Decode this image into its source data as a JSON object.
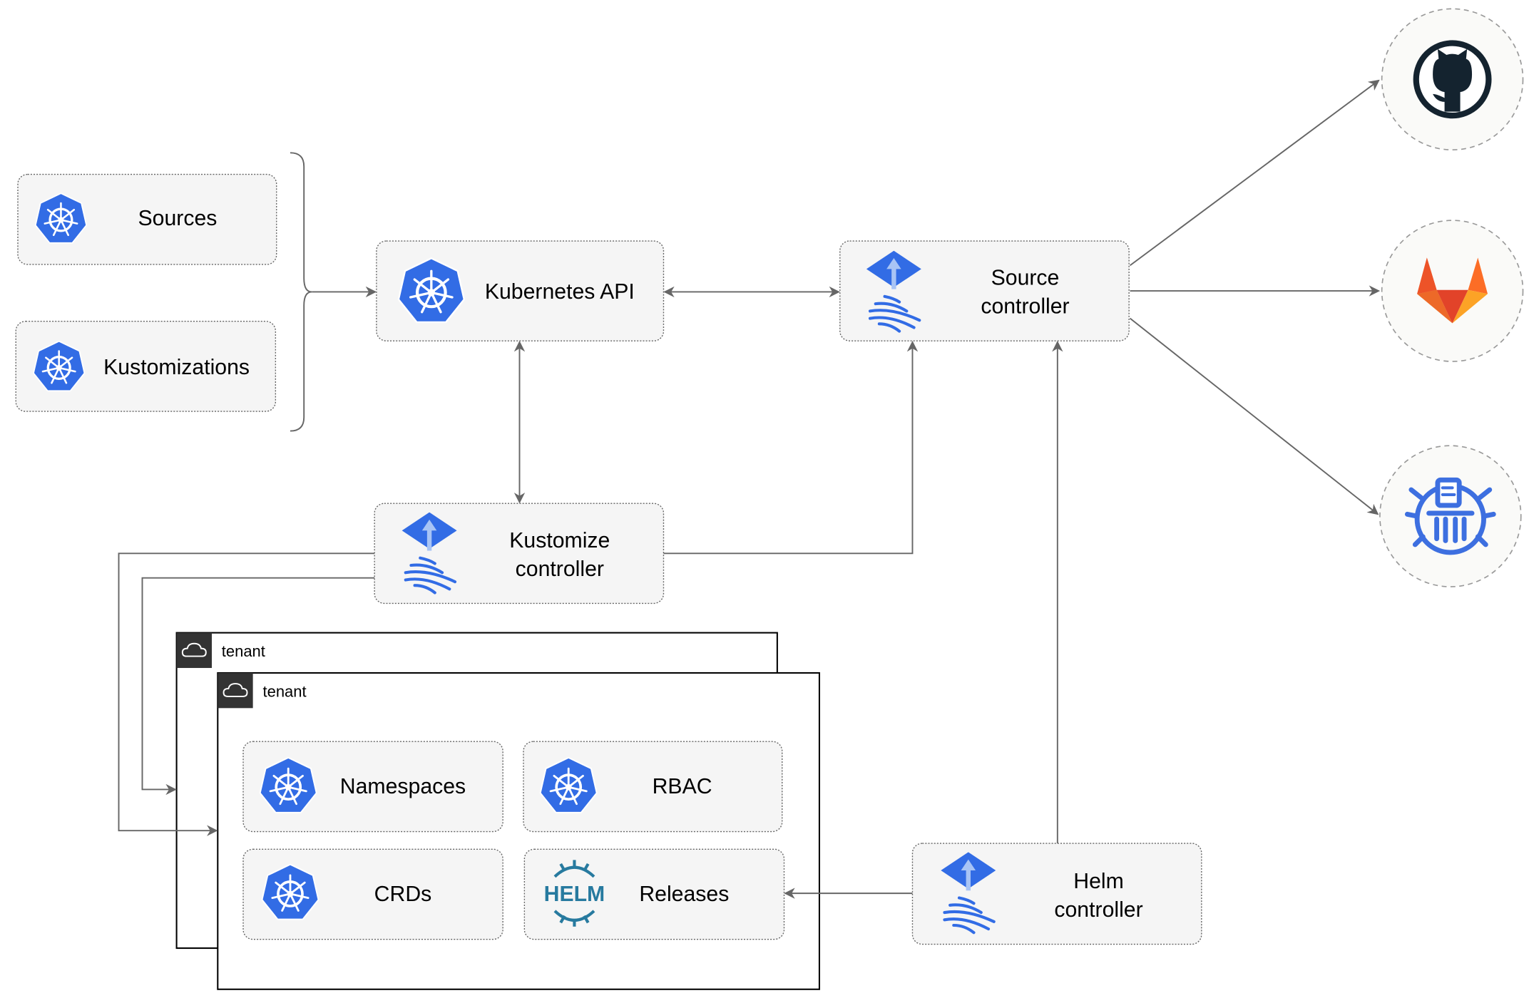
{
  "nodes": {
    "sources": "Sources",
    "kustomizations": "Kustomizations",
    "kubernetes_api": "Kubernetes API",
    "source_controller": [
      "Source",
      "controller"
    ],
    "kustomize_controller": [
      "Kustomize",
      "controller"
    ],
    "helm_controller": [
      "Helm",
      "controller"
    ],
    "namespaces": "Namespaces",
    "rbac": "RBAC",
    "crds": "CRDs",
    "releases": "Releases"
  },
  "tenants": [
    "tenant",
    "tenant"
  ],
  "helm_logo_text": "HELM",
  "external": [
    {
      "icon": "github-icon"
    },
    {
      "icon": "gitlab-icon"
    },
    {
      "icon": "bucket-icon"
    }
  ],
  "colors": {
    "kubernetes": "#326ce5",
    "gitlab_red": "#e24329",
    "gitlab_orange": "#fca326",
    "github": "#14232f",
    "helm": "#277a9f"
  }
}
